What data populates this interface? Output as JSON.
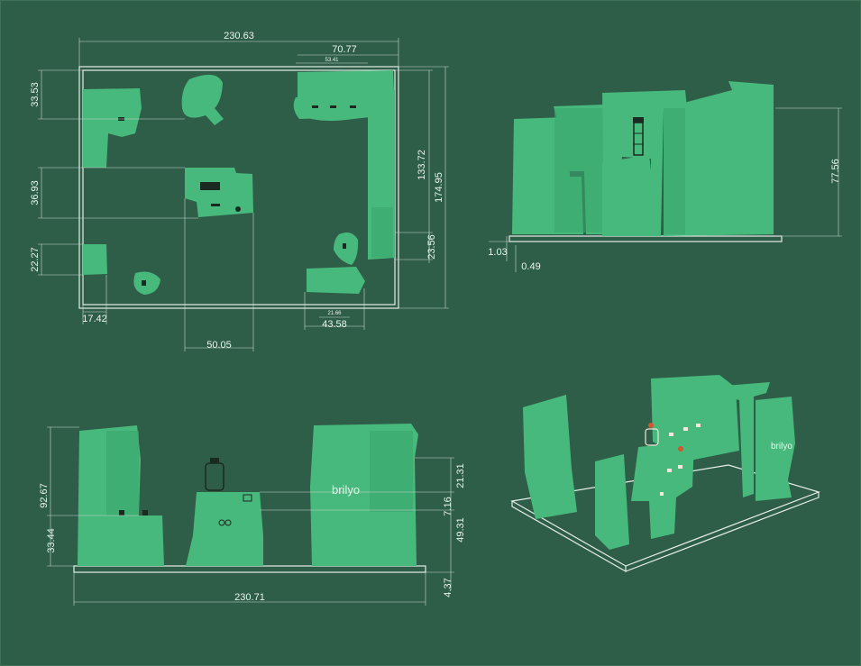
{
  "plan": {
    "width_total": "230.63",
    "top_right": "70.77",
    "top_right_small": "53.41",
    "left_top": "33.53",
    "left_mid": "36.93",
    "left_bottom": "22.27",
    "right_inner": "133.72",
    "right_outer": "174.95",
    "right_bottom": "23.56",
    "bottom_left": "17.42",
    "bottom_mid": "50.05",
    "bottom_right": "43.58",
    "bottom_right_small": "21.66"
  },
  "side": {
    "height": "77.56",
    "base_a": "1.03",
    "base_b": "0.49"
  },
  "front": {
    "left_top": "92.67",
    "left_bottom": "33.44",
    "right_a": "21.31",
    "right_b": "7.16",
    "right_c": "49.31",
    "right_d": "4.37",
    "width_total": "230.71",
    "logo": "brilyo"
  },
  "perspective": {
    "logo": "brilyo"
  }
}
